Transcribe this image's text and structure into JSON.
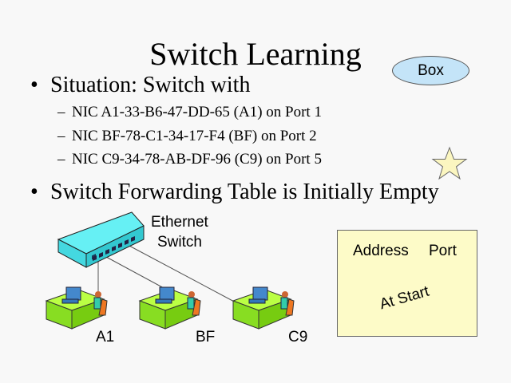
{
  "slide": {
    "title": "Switch Learning",
    "bullets": [
      {
        "text": "Situation: Switch with",
        "subitems": [
          "NIC A1-33-B6-47-DD-65 (A1) on Port 1",
          "NIC BF-78-C1-34-17-F4 (BF) on Port 2",
          "NIC C9-34-78-AB-DF-96 (C9) on Port 5"
        ]
      },
      {
        "text": "Switch Forwarding Table is Initially Empty"
      }
    ],
    "box_label": "Box",
    "table": {
      "header_address": "Address",
      "header_port": "Port",
      "caption": "At Start"
    },
    "diagram": {
      "switch_label_line1": "Ethernet",
      "switch_label_line2": "Switch",
      "hosts": [
        "A1",
        "BF",
        "C9"
      ]
    },
    "colors": {
      "background": "#f8f8f8",
      "ellipse": "#c4e4f8",
      "table": "#fdfbc8",
      "star": "#fbf6c0",
      "switch": "#66f0f4",
      "desk": "#99ee22"
    }
  }
}
